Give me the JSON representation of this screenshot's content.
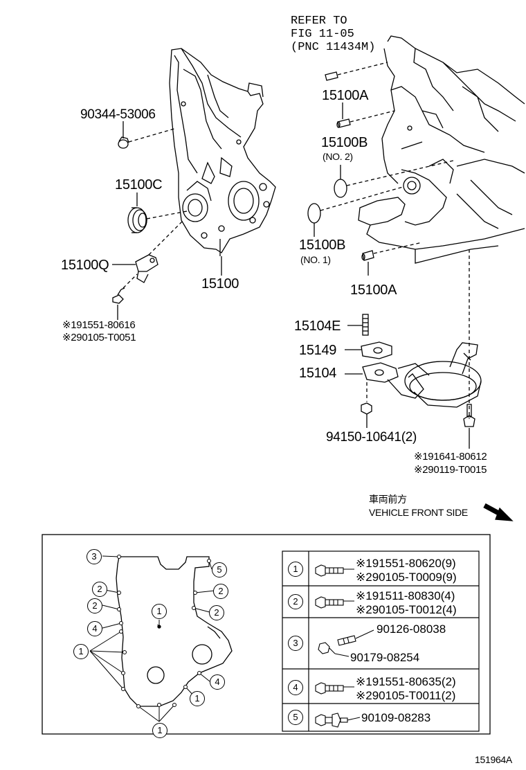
{
  "refer": {
    "line1": "REFER TO",
    "line2": "FIG 11-05",
    "line3": "(PNC 11434M)"
  },
  "parts": {
    "p90344": "90344-53006",
    "p15100A_top": "15100A",
    "p15100B_top": "15100B",
    "p15100B_top_note": "(NO. 2)",
    "p15100C": "15100C",
    "p15100B_bot": "15100B",
    "p15100B_bot_note": "(NO. 1)",
    "p15100Q": "15100Q",
    "p15100": "15100",
    "p15100A_bot": "15100A",
    "p191551_80616": "※191551-80616",
    "p290105_T0051": "※290105-T0051",
    "p15104E": "15104E",
    "p15149": "15149",
    "p15104": "15104",
    "p94150": "94150-10641(2)",
    "p191641": "※191641-80612",
    "p290119": "※290119-T0015"
  },
  "direction": {
    "jp": "車両前方",
    "en": "VEHICLE FRONT SIDE"
  },
  "detail_markers": {
    "m1": "1",
    "m2": "2",
    "m3": "3",
    "m4": "4",
    "m5": "5"
  },
  "bolt_table": [
    {
      "ref": "1",
      "lines": [
        "※191551-80620(9)",
        "※290105-T0009(9)"
      ]
    },
    {
      "ref": "2",
      "lines": [
        "※191511-80830(4)",
        "※290105-T0012(4)"
      ]
    },
    {
      "ref": "3",
      "lines": [
        "90126-08038",
        "90179-08254"
      ]
    },
    {
      "ref": "4",
      "lines": [
        "※191551-80635(2)",
        "※290105-T0011(2)"
      ]
    },
    {
      "ref": "5",
      "lines": [
        "90109-08283"
      ]
    }
  ],
  "illustration_id": "151964A"
}
